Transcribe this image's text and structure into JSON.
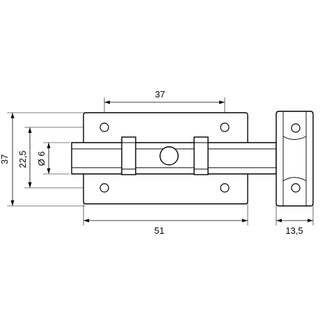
{
  "dimensions": {
    "top_width": "37",
    "left_height": "37",
    "spacing_height": "22,5",
    "diameter": "Ø 6",
    "bottom_width": "51",
    "keeper_width": "13,5"
  }
}
